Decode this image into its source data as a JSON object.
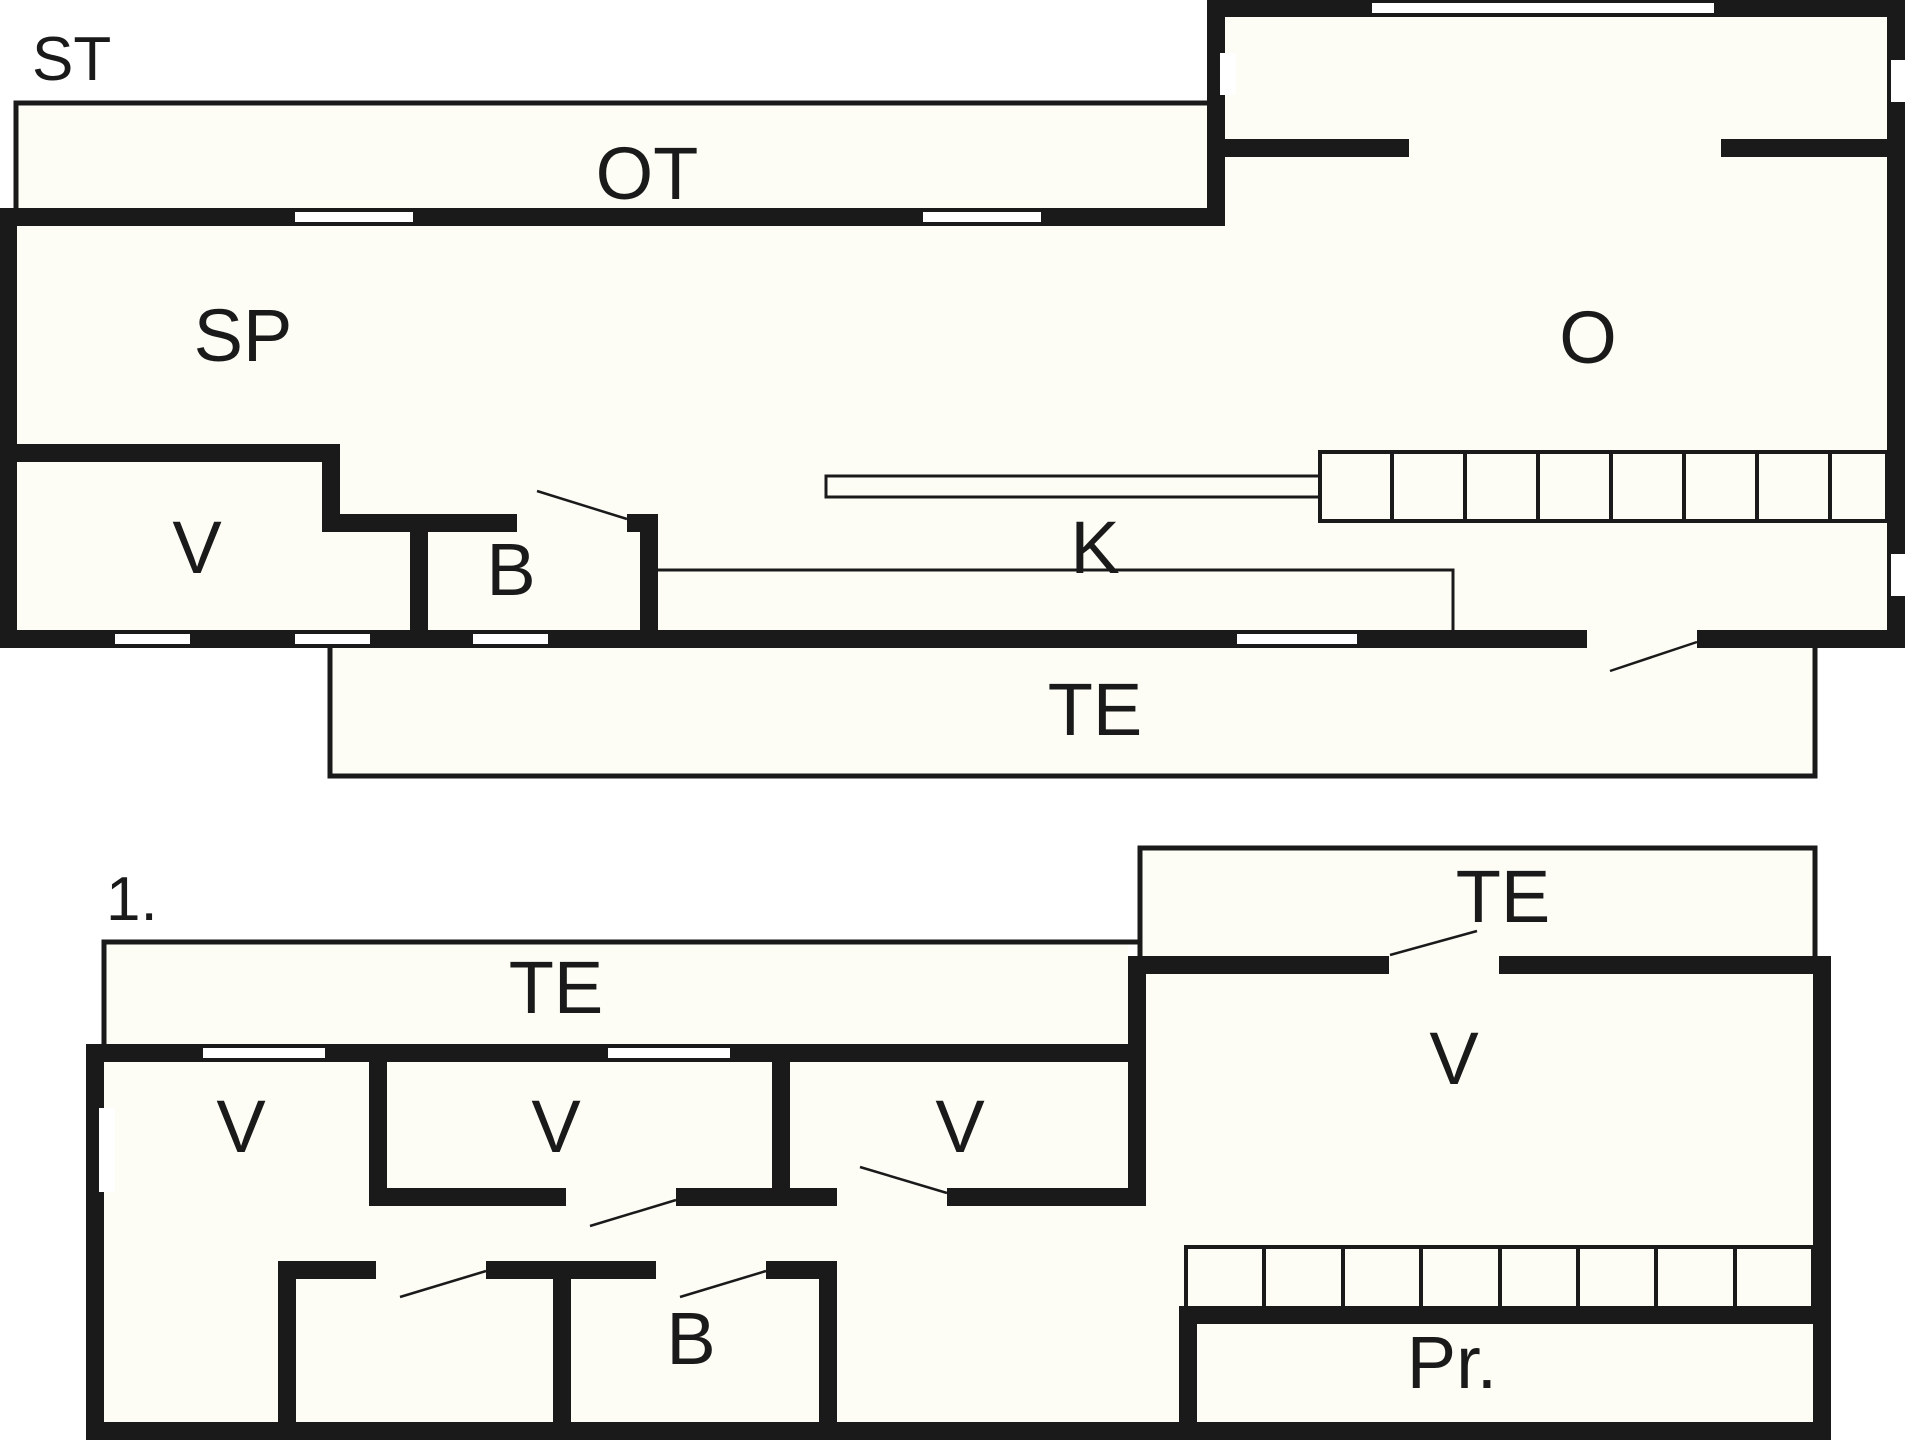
{
  "floors": {
    "top": {
      "label": "ST",
      "rooms": {
        "ot": "OT",
        "sp": "SP",
        "o": "O",
        "v": "V",
        "b": "B",
        "k": "K",
        "te": "TE"
      }
    },
    "first": {
      "label": "1.",
      "rooms": {
        "te_left": "TE",
        "te_right": "TE",
        "v1": "V",
        "v2": "V",
        "v3": "V",
        "v4": "V",
        "b": "B",
        "pr": "Pr."
      }
    }
  }
}
